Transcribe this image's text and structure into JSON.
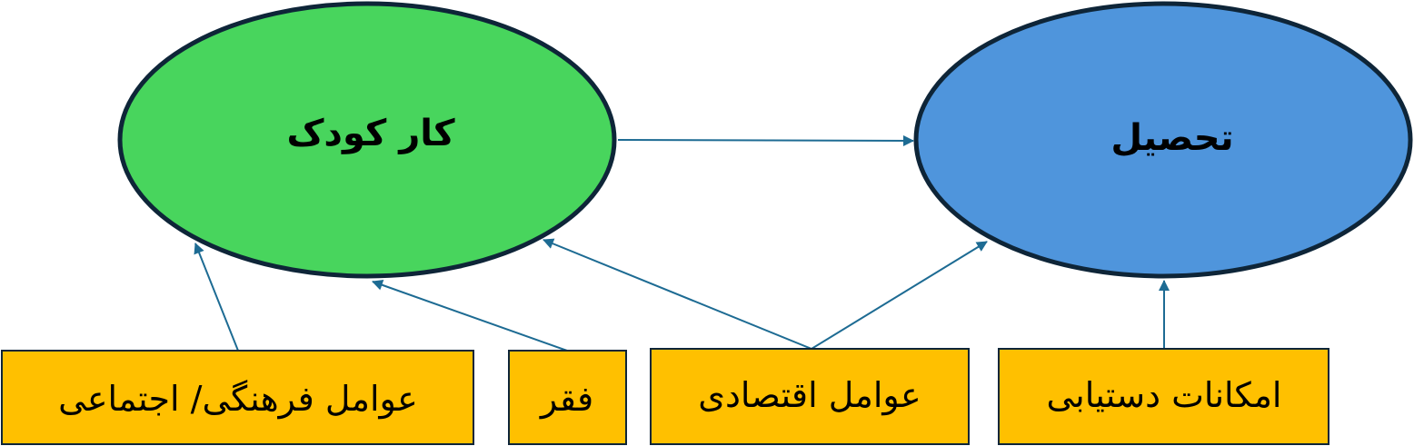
{
  "colors": {
    "child_labor_fill": "#48d55d",
    "education_fill": "#4f95dc",
    "factor_fill": "#ffc000",
    "outline": "#0e2538",
    "arrow": "#1d6b93"
  },
  "nodes": {
    "child_labor": "کار کودک",
    "education": "تحصیل"
  },
  "factors": {
    "cultural_social": "عوامل فرهنگی/ اجتماعی",
    "poverty": "فقر",
    "economic": "عوامل اقتصادی",
    "access": "امکانات دستیابی"
  }
}
